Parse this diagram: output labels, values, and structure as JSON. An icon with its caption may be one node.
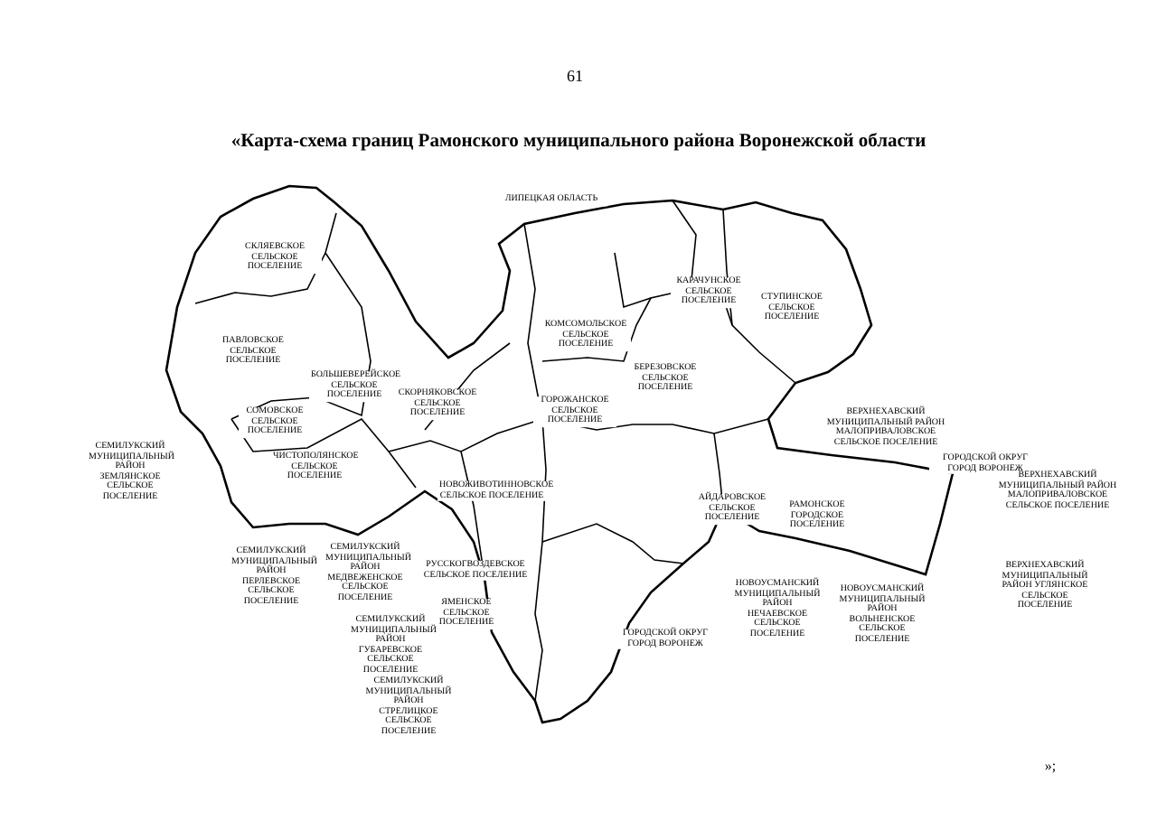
{
  "diagram": {
    "title": "«Карта-схема границ Рамонского муниципального района Воронежской области",
    "labels": [
      "61",
      "ЛИПЕЦКАЯ ОБЛАСТЬ",
      "СКЛЯЕВСКОЕ СЕЛЬСКОЕ ПОСЕЛЕНИЕ",
      "КАРАЧУНСКОЕ СЕЛЬСКОЕ ПОСЕЛЕНИЕ",
      "СТУПИНСКОЕ СЕЛЬСКОЕ ПОСЕЛЕНИЕ",
      "ПАВЛОВСКОЕ СЕЛЬСКОЕ ПОСЕЛЕНИЕ",
      "КОМСОМОЛЬСКОЕ СЕЛЬСКОЕ ПОСЕЛЕНИЕ",
      "БОЛЬШЕВЕРЕЙСКОЕ СЕЛЬСКОЕ ПОСЕЛЕНИЕ",
      "СКОРНЯКОВСКОЕ СЕЛЬСКОЕ ПОСЕЛЕНИЕ",
      "БЕРЕЗОВСКОЕ СЕЛЬСКОЕ ПОСЕЛЕНИЕ",
      "ГОРОЖАНСКОЕ СЕЛЬСКОЕ ПОСЕЛЕНИЕ",
      "СОМОВСКОЕ СЕЛЬСКОЕ ПОСЕЛЕНИЕ",
      "ВЕРХНЕХАВСКИЙ МУНИЦИПАЛЬНЫЙ РАЙОН МАЛОПРИВАЛОВСКОЕ СЕЛЬСКОЕ ПОСЕЛЕНИЕ",
      "СЕМИЛУКСКИЙ МУНИЦИПАЛЬНЫЙ РАЙОН ЗЕМЛЯНСКОЕ СЕЛЬСКОЕ ПОСЕЛЕНИЕ",
      "ЧИСТОПОЛЯНСКОЕ СЕЛЬСКОЕ ПОСЕЛЕНИЕ",
      "ГОРОДСКОЙ ОКРУГ ГОРОД ВОРОНЕЖ",
      "НОВОЖИВОТИННОВСКОЕ СЕЛЬСКОЕ ПОСЕЛЕНИЕ",
      "АЙДАРОВСКОЕ СЕЛЬСКОЕ ПОСЕЛЕНИЕ",
      "ВЕРХНЕХАВСКИЙ МУНИЦИПАЛЬНЫЙ РАЙОН МАЛОПРИВАЛОВСКОЕ СЕЛЬСКОЕ ПОСЕЛЕНИЕ",
      "РАМОНСКОЕ ГОРОДСКОЕ ПОСЕЛЕНИЕ",
      "СЕМИЛУКСКИЙ МУНИЦИПАЛЬНЫЙ РАЙОН ПЕРЛЕВСКОЕ СЕЛЬСКОЕ ПОСЕЛЕНИЕ",
      "СЕМИЛУКСКИЙ МУНИЦИПАЛЬНЫЙ РАЙОН МЕДВЕЖЕНСКОЕ СЕЛЬСКОЕ ПОСЕЛЕНИЕ",
      "РУССКОГВОЗДЕВСКОЕ СЕЛЬСКОЕ ПОСЕЛЕНИЕ",
      "ВЕРХНЕХАВСКИЙ МУНИЦИПАЛЬНЫЙ РАЙОН УГЛЯНСКОЕ СЕЛЬСКОЕ ПОСЕЛЕНИЕ",
      "ЯМЕНСКОЕ СЕЛЬСКОЕ ПОСЕЛЕНИЕ",
      "НОВОУСМАНСКИЙ МУНИЦИПАЛЬНЫЙ РАЙОН НЕЧАЕВСКОЕ СЕЛЬСКОЕ ПОСЕЛЕНИЕ",
      "НОВОУСМАНСКИЙ МУНИЦИПАЛЬНЫЙ РАЙОН ВОЛЬНЕНСКОЕ СЕЛЬСКОЕ ПОСЕЛЕНИЕ",
      "СЕМИЛУКСКИЙ МУНИЦИПАЛЬНЫЙ РАЙОН ГУБАРЕВСКОЕ СЕЛЬСКОЕ ПОСЕЛЕНИЕ",
      "ГОРОДСКОЙ ОКРУГ ГОРОД ВОРОНЕЖ",
      "СЕМИЛУКСКИЙ МУНИЦИПАЛЬНЫЙ РАЙОН СТРЕЛИЦКОЕ СЕЛЬСКОЕ ПОСЕЛЕНИЕ",
      "»;"
    ]
  }
}
